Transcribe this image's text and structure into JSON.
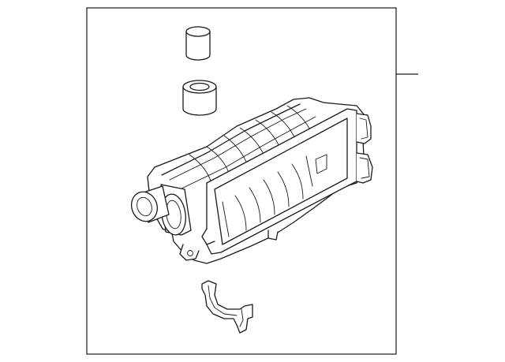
{
  "diagram": {
    "line_color": "#1a1a1a",
    "background": "#ffffff",
    "parts": [
      {
        "id": "cap",
        "shape": "closed cylinder"
      },
      {
        "id": "grommet",
        "shape": "hollow cylinder"
      },
      {
        "id": "supercharger",
        "shape": "housing assembly"
      },
      {
        "id": "bracket",
        "shape": "bent strap"
      }
    ],
    "leader_lines": 1
  }
}
